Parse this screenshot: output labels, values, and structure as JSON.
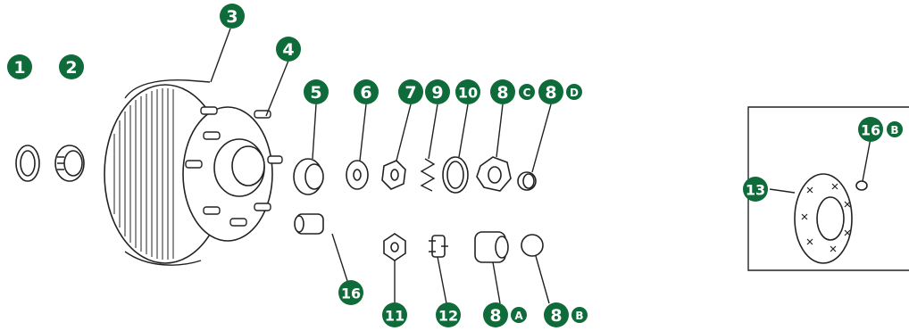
{
  "accent": "#0f6b3a",
  "labels": {
    "l1": "1",
    "l2": "2",
    "l3": "3",
    "l4": "4",
    "l5": "5",
    "l6": "6",
    "l7": "7",
    "l9": "9",
    "l10": "10",
    "l8c": "8",
    "l8c_sub": "C",
    "l8d": "8",
    "l8d_sub": "D",
    "l16": "16",
    "l11": "11",
    "l12": "12",
    "l8a": "8",
    "l8a_sub": "A",
    "l8b": "8",
    "l8b_sub": "B",
    "l13": "13",
    "l16b": "16",
    "l16b_sub": "B"
  }
}
